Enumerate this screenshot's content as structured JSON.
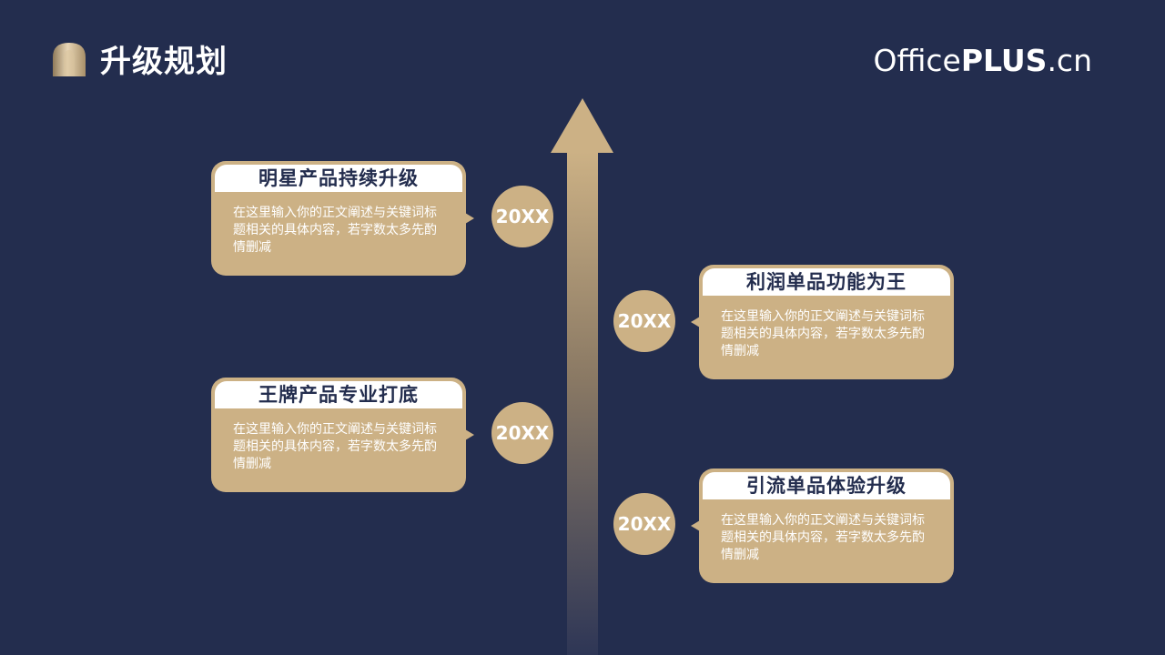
{
  "header": {
    "title": "升级规划",
    "brand_part1": "Office",
    "brand_part2": "PLUS",
    "brand_part3": ".cn"
  },
  "colors": {
    "background": "#232d4e",
    "accent": "#ccb185",
    "title_text": "#232d4e",
    "white": "#ffffff"
  },
  "icons": {
    "title_icon": "arch-icon",
    "timeline": "up-arrow-icon"
  },
  "milestones": [
    {
      "year": "20XX",
      "title": "明星产品持续升级",
      "body": "在这里输入你的正文阐述与关键词标题相关的具体内容，若字数太多先酌情删减",
      "side": "left"
    },
    {
      "year": "20XX",
      "title": "利润单品功能为王",
      "body": "在这里输入你的正文阐述与关键词标题相关的具体内容，若字数太多先酌情删减",
      "side": "right"
    },
    {
      "year": "20XX",
      "title": "王牌产品专业打底",
      "body": "在这里输入你的正文阐述与关键词标题相关的具体内容，若字数太多先酌情删减",
      "side": "left"
    },
    {
      "year": "20XX",
      "title": "引流单品体验升级",
      "body": "在这里输入你的正文阐述与关键词标题相关的具体内容，若字数太多先酌情删减",
      "side": "right"
    }
  ]
}
